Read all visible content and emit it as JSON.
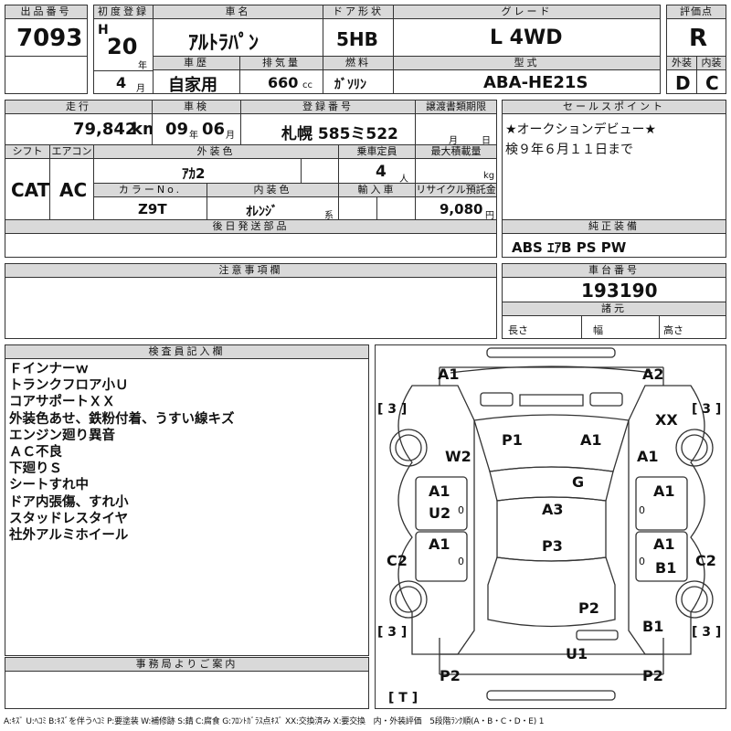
{
  "header": {
    "lot_no_label": "出品番号",
    "lot_no": "7093",
    "first_reg_label": "初度登録",
    "era": "H",
    "year": "20",
    "year_unit": "年",
    "month": "4",
    "month_unit": "月",
    "car_name_label": "車名",
    "car_name": "ｱﾙﾄﾗﾊﾟﾝ",
    "door_label": "ドア形状",
    "door": "5HB",
    "grade_label": "グレード",
    "grade": "L 4WD",
    "score_label": "評価点",
    "score": "R",
    "history_label": "車歴",
    "history": "自家用",
    "displacement_label": "排気量",
    "displacement": "660",
    "displacement_unit": "cc",
    "fuel_label": "燃料",
    "fuel": "ｶﾞｿﾘﾝ",
    "model_label": "型式",
    "model": "ABA-HE21S",
    "exterior_label": "外装",
    "exterior": "D",
    "interior_label": "内装",
    "interior": "C"
  },
  "row2": {
    "mileage_label": "走行",
    "mileage": "79,842",
    "mileage_unit": "km",
    "inspection_label": "車検",
    "insp_year": "09",
    "insp_year_unit": "年",
    "insp_month": "06",
    "insp_month_unit": "月",
    "plate_label": "登録番号",
    "plate": "札幌 585ミ522",
    "transfer_label": "譲渡書類期限",
    "transfer_month_unit": "月",
    "transfer_day_unit": "日",
    "shift_label": "シフト",
    "shift": "CAT",
    "ac_label": "エアコン",
    "ac": "AC",
    "ext_color_label": "外装色",
    "ext_color": "ｱｶ2",
    "capacity_label": "乗車定員",
    "capacity": "4",
    "capacity_unit": "人",
    "load_label": "最大積載量",
    "load_unit": "kg",
    "color_no_label": "カラーNo.",
    "color_no": "Z9T",
    "int_color_label": "内装色",
    "int_color": "ｵﾚﾝｼﾞ",
    "int_color_unit": "系",
    "import_label": "輸入車",
    "recycle_label": "リサイクル預託金",
    "recycle": "9,080",
    "recycle_unit": "円",
    "later_parts_label": "後日発送部品"
  },
  "sales": {
    "label": "セールスポイント",
    "lines": [
      "★オークションデビュー★",
      "検９年６月１１日まで"
    ]
  },
  "equipment": {
    "label": "純正装備",
    "value": "ABS ｴｱB PS PW"
  },
  "notes": {
    "label": "注意事項欄"
  },
  "chassis": {
    "label": "車台番号",
    "value": "193190",
    "specs_label": "諸元",
    "length_label": "長さ",
    "width_label": "幅",
    "height_label": "高さ"
  },
  "inspector": {
    "label": "検査員記入欄",
    "lines": [
      "Ｆインナーｗ",
      "トランクフロア小Ｕ",
      "コアサポートＸＸ",
      "外装色あせ、鉄粉付着、うすい線キズ",
      "エンジン廻り異音",
      "ＡＣ不良",
      "下廻りＳ",
      "シートすれ中",
      "ドア内張傷、すれ小",
      "スタッドレスタイヤ",
      "社外アルミホイール"
    ]
  },
  "office": {
    "label": "事務局よりご案内"
  },
  "diagram": {
    "marks": {
      "a1_front_left": "A1",
      "a2_front_right": "A2",
      "xx": "XX",
      "p1": "P1",
      "a1_hood": "A1",
      "w2": "W2",
      "a1_right_fender": "A1",
      "g": "G",
      "a1_left_door_front": "A1",
      "u2": "U2",
      "a3": "A3",
      "a1_right_door_front": "A1",
      "a1_left_door_rear": "A1",
      "p3": "P3",
      "a1_right_door_rear": "A1",
      "b1_right_door": "B1",
      "c2_left": "C2",
      "c2_right": "C2",
      "p2_roof": "P2",
      "b1_right_rear": "B1",
      "u1": "U1",
      "p2_rear_left": "P2",
      "p2_rear_right": "P2"
    },
    "tire_marks": {
      "front_left": "[ 3 ]",
      "front_right": "[ 3 ]",
      "rear_left": "[ 3 ]",
      "rear_right": "[ 3 ]",
      "spare": "[ T ]"
    },
    "zero_marks": [
      "0",
      "0",
      "0",
      "0"
    ]
  },
  "legend": "A:ｷｽﾞ U:ﾍｺﾐ B:ｷｽﾞを伴うﾍｺﾐ P:要塗装 W:補修跡 S:錆 C:腐食 G:ﾌﾛﾝﾄｶﾞﾗｽ点ｷｽﾞ XX:交換済み X:要交換　内・外装評価　5段階ﾗﾝｸ順(A・B・C・D・E) 1"
}
